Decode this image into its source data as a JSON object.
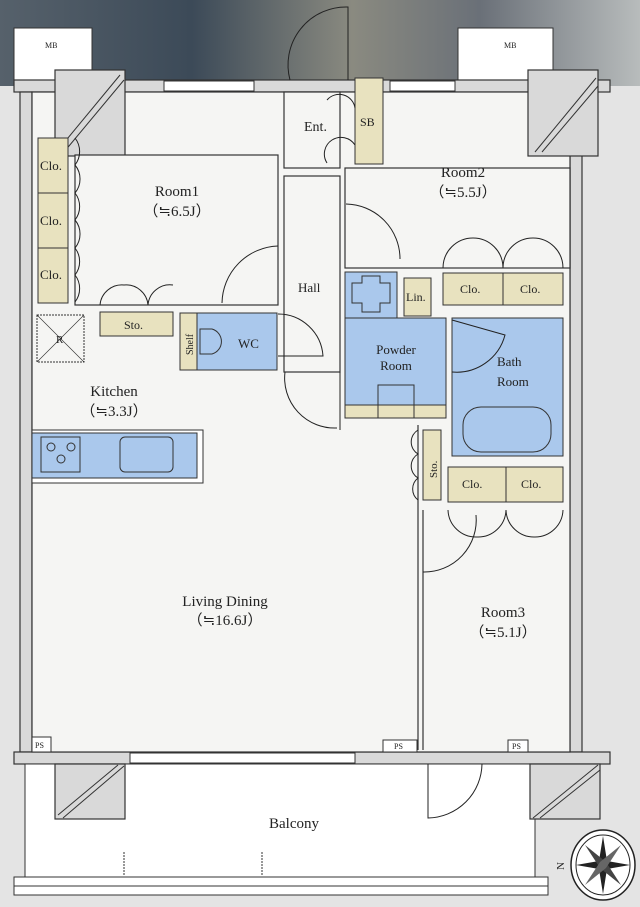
{
  "plan": {
    "meter_boxes": [
      "MB",
      "MB"
    ],
    "pipe_spaces": [
      "PS",
      "PS",
      "PS"
    ],
    "rooms": {
      "room1": {
        "name": "Room1",
        "size": "（≒6.5J）"
      },
      "room2": {
        "name": "Room2",
        "size": "（≒5.5J）"
      },
      "room3": {
        "name": "Room3",
        "size": "（≒5.1J）"
      },
      "kitchen": {
        "name": "Kitchen",
        "size": "（≒3.3J）"
      },
      "living": {
        "name": "Living Dining",
        "size": "（≒16.6J）"
      },
      "entrance": "Ent.",
      "shoe_box": "SB",
      "hall": "Hall",
      "wc": "WC",
      "shelf": "Shelf",
      "powder_room": [
        "Powder",
        "Room"
      ],
      "bath_room": [
        "Bath",
        "Room"
      ],
      "linen": "Lin.",
      "refrigerator": "R",
      "balcony": "Balcony"
    },
    "closets": {
      "room1": [
        "Clo.",
        "Clo.",
        "Clo."
      ],
      "room2": [
        "Clo.",
        "Clo."
      ],
      "room3": [
        "Clo.",
        "Clo."
      ],
      "storage_room1": "Sto.",
      "storage_hall": "Sto."
    },
    "compass": {
      "north_label": "N"
    },
    "colors": {
      "wet_area": "#aac8ec",
      "storage": "#e8e2bf",
      "floor": "#f5f5f3"
    }
  }
}
